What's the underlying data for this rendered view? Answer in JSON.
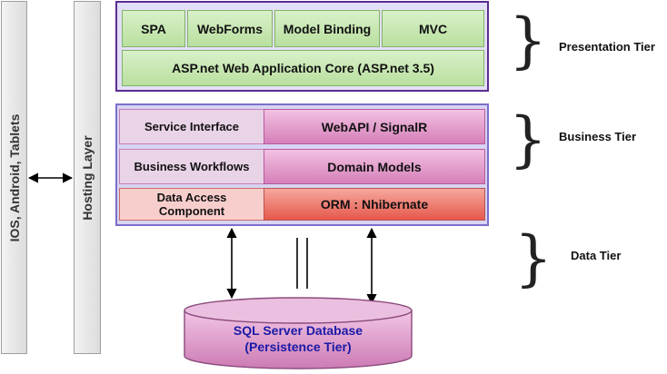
{
  "left_bars": {
    "devices": "IOS, Android, Tablets",
    "hosting": "Hosting Layer"
  },
  "presentation": {
    "boxes": [
      "SPA",
      "WebForms",
      "Model Binding",
      "MVC"
    ],
    "core": "ASP.net Web Application Core (ASP.net 3.5)"
  },
  "business": {
    "rows": [
      {
        "left": "Service Interface",
        "right": "WebAPI / SignalR"
      },
      {
        "left": "Business Workflows",
        "right": "Domain Models"
      },
      {
        "left": "Data Access\nComponent",
        "right": "ORM : Nhibernate"
      }
    ]
  },
  "database": {
    "line1": "SQL Server Database",
    "line2": "(Persistence Tier)"
  },
  "tiers": {
    "presentation": "Presentation Tier",
    "business": "Business Tier",
    "data": "Data Tier"
  },
  "colors": {
    "green": "#b9e09f",
    "pink": "#d57fb9",
    "red": "#e6584b",
    "purple_border": "#5b2d8f",
    "db_text": "#1a1aa6"
  }
}
